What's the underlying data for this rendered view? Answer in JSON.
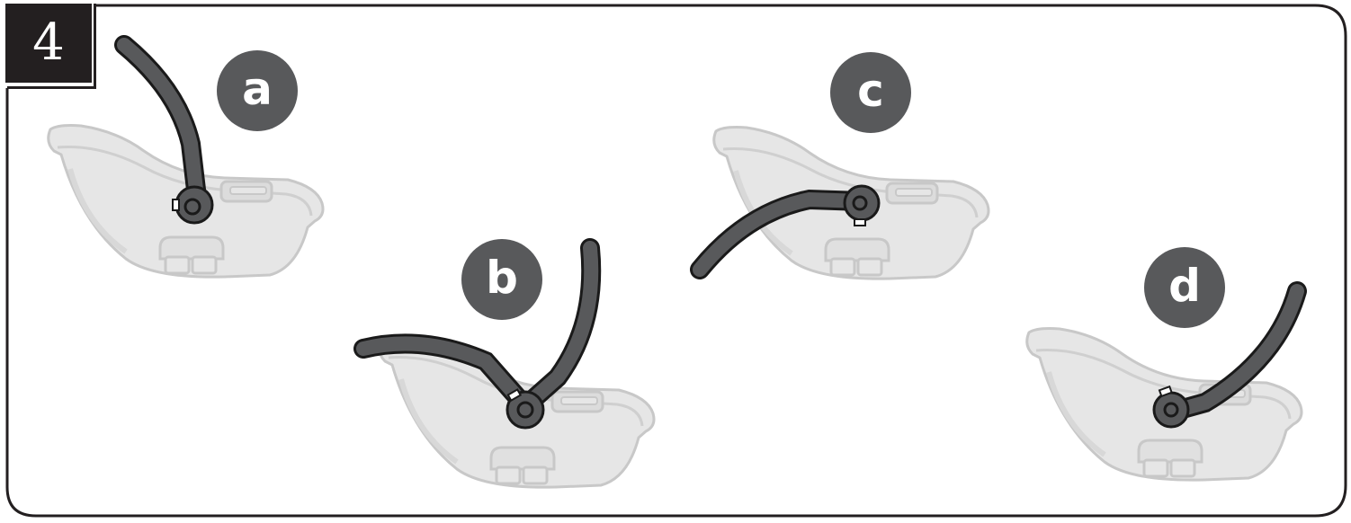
{
  "step": {
    "number": "4"
  },
  "labels": {
    "a": "a",
    "b": "b",
    "c": "c",
    "d": "d"
  },
  "colors": {
    "frame": "#231f20",
    "badge": "#231f20",
    "label_fill": "#58595b",
    "handle_fill": "#58595b",
    "handle_outline": "#1a1a1a",
    "seat_fill": "#e6e6e6",
    "seat_outline": "#c8c8c8"
  },
  "icons": [
    "car-seat-shell",
    "carry-handle",
    "handle-pivot-button"
  ]
}
